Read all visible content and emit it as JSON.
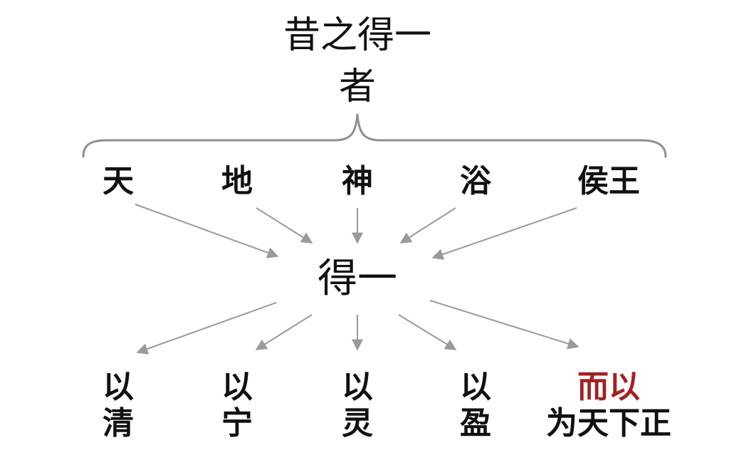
{
  "title": {
    "line1": "昔之得一",
    "line2": "者"
  },
  "center": {
    "label": "得一"
  },
  "sources": [
    {
      "label": "天"
    },
    {
      "label": "地"
    },
    {
      "label": "神"
    },
    {
      "label": "浴"
    },
    {
      "label": "侯王"
    }
  ],
  "results": [
    {
      "line1": "以",
      "line2": "清"
    },
    {
      "line1": "以",
      "line2": "宁"
    },
    {
      "line1": "以",
      "line2": "灵"
    },
    {
      "line1": "以",
      "line2": "盈"
    },
    {
      "line1": "而以",
      "line2": "为天下正"
    }
  ],
  "colors": {
    "text": "#111111",
    "accent": "#a32020",
    "arrow": "#9a9a9a",
    "brace": "#8f8f8f"
  }
}
